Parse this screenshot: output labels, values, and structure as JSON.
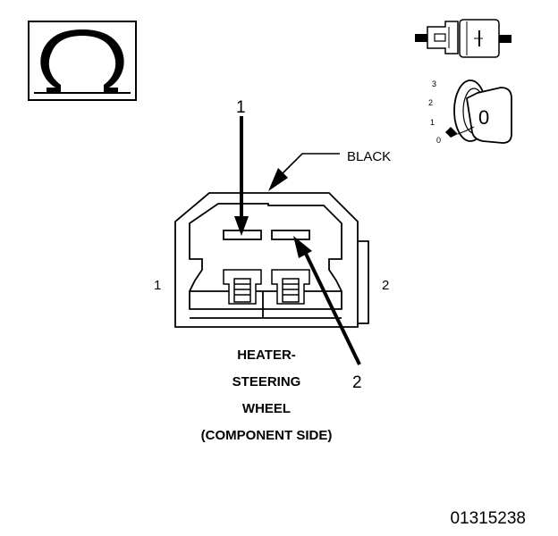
{
  "diagram": {
    "symbols": {
      "ohm": "ohm-symbol-icon",
      "connector_test": "connector-disconnected-icon",
      "ignition": "ignition-key-icon"
    },
    "ignition_positions": [
      "3",
      "2",
      "1",
      "0"
    ],
    "ignition_key_text": "0",
    "color_callout": "BLACK",
    "arrow_labels": {
      "one": "1",
      "two": "2"
    },
    "side_labels": {
      "left": "1",
      "right": "2"
    },
    "caption_lines": [
      "HEATER-",
      "STEERING",
      "WHEEL",
      "(COMPONENT SIDE)"
    ],
    "figure_number": "01315238",
    "colors": {
      "ink": "#000000",
      "background": "#ffffff"
    }
  }
}
